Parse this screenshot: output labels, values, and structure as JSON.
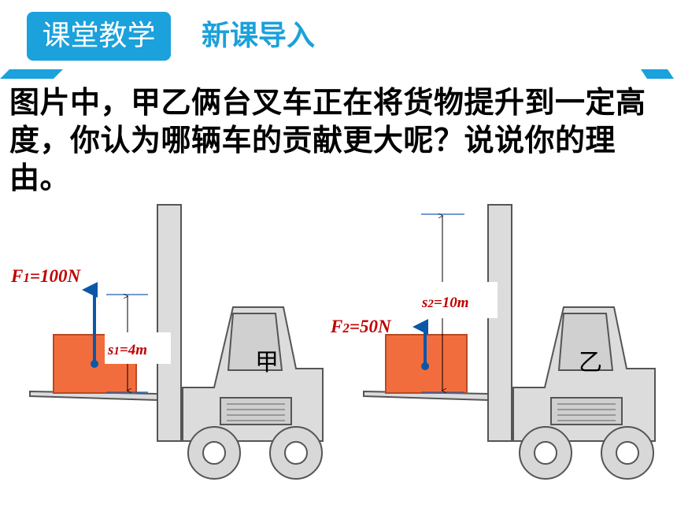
{
  "header": {
    "tag_label": "课堂教学",
    "section_title": "新课导入"
  },
  "question": {
    "text": "图片中，甲乙俩台叉车正在将货物提升到一定高度，你认为哪辆车的贡献更大呢？说说你的理由。"
  },
  "forklift_left": {
    "cab_label": "甲",
    "force_label_letter": "F",
    "force_label_sub": "1",
    "force_label_rest": "=100N",
    "dist_label_letter": "s",
    "dist_label_sub": "1",
    "dist_label_rest": "=4m"
  },
  "forklift_right": {
    "cab_label": "乙",
    "force_label_letter": "F",
    "force_label_sub": "2",
    "force_label_rest": "=50N",
    "dist_label_letter": "s",
    "dist_label_sub": "2",
    "dist_label_rest": "=10m"
  },
  "colors": {
    "accent": "#1ba1db",
    "cargo": "#f26d3d",
    "force_arrow": "#0b57a8",
    "label_red": "#c00000",
    "machine_fill": "#dcdcdc",
    "machine_stroke": "#555555"
  }
}
